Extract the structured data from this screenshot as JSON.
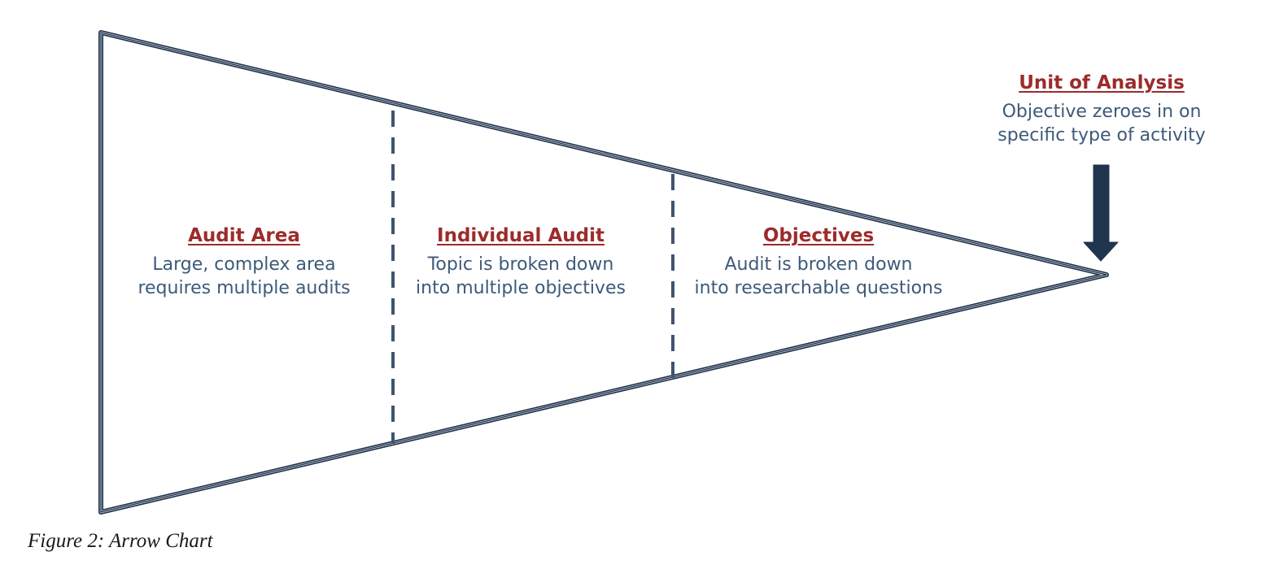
{
  "colors": {
    "background": "#ffffff",
    "heading-red": "#9c2b2b",
    "body-blue": "#3d5a78",
    "outline-navy": "#1e3149",
    "outline-inner-light": "#c9ced6",
    "dash-slate": "#3f546f",
    "arrow-navy": "#20344e",
    "caption-black": "#1a1a1a"
  },
  "icons": {
    "down_arrow": "↓"
  },
  "funnel_sections": [
    {
      "title": "Audit Area",
      "line1": "Large, complex area",
      "line2": "requires multiple audits"
    },
    {
      "title": "Individual Audit",
      "line1": "Topic is broken down",
      "line2": "into multiple objectives"
    },
    {
      "title": "Objectives",
      "line1": "Audit is broken down",
      "line2": "into researchable questions"
    }
  ],
  "callout": {
    "title": "Unit of Analysis",
    "line1": "Objective zeroes in on",
    "line2": "specific type of activity"
  },
  "figure": {
    "caption": "Figure 2: Arrow Chart"
  }
}
